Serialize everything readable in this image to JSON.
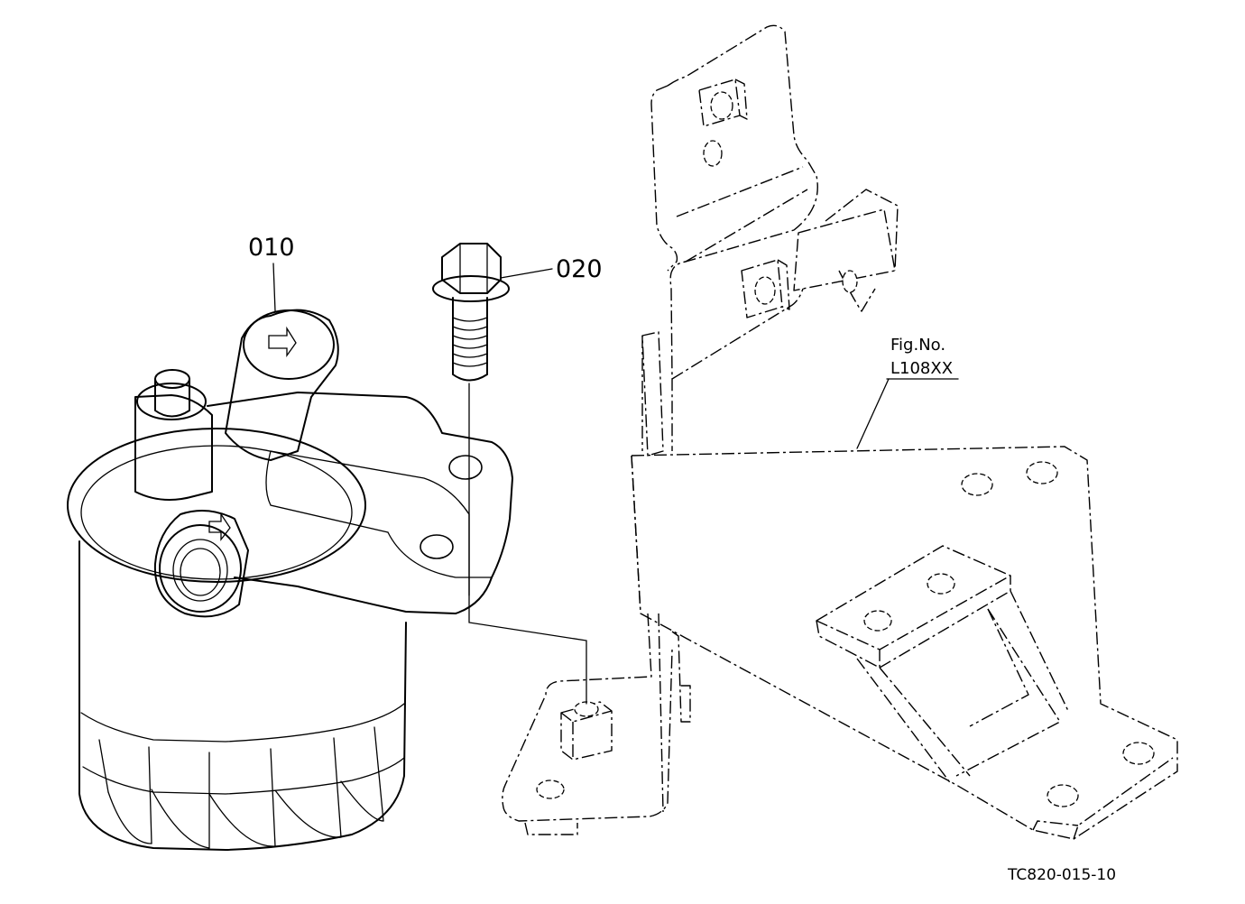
{
  "diagram": {
    "type": "exploded-parts-view",
    "callouts": [
      {
        "id": "filter",
        "label": "010"
      },
      {
        "id": "bolt",
        "label": "020"
      }
    ],
    "figure_reference": {
      "line1": "Fig.No.",
      "line2": "L108XX"
    },
    "drawing_code": "TC820-015-10"
  }
}
